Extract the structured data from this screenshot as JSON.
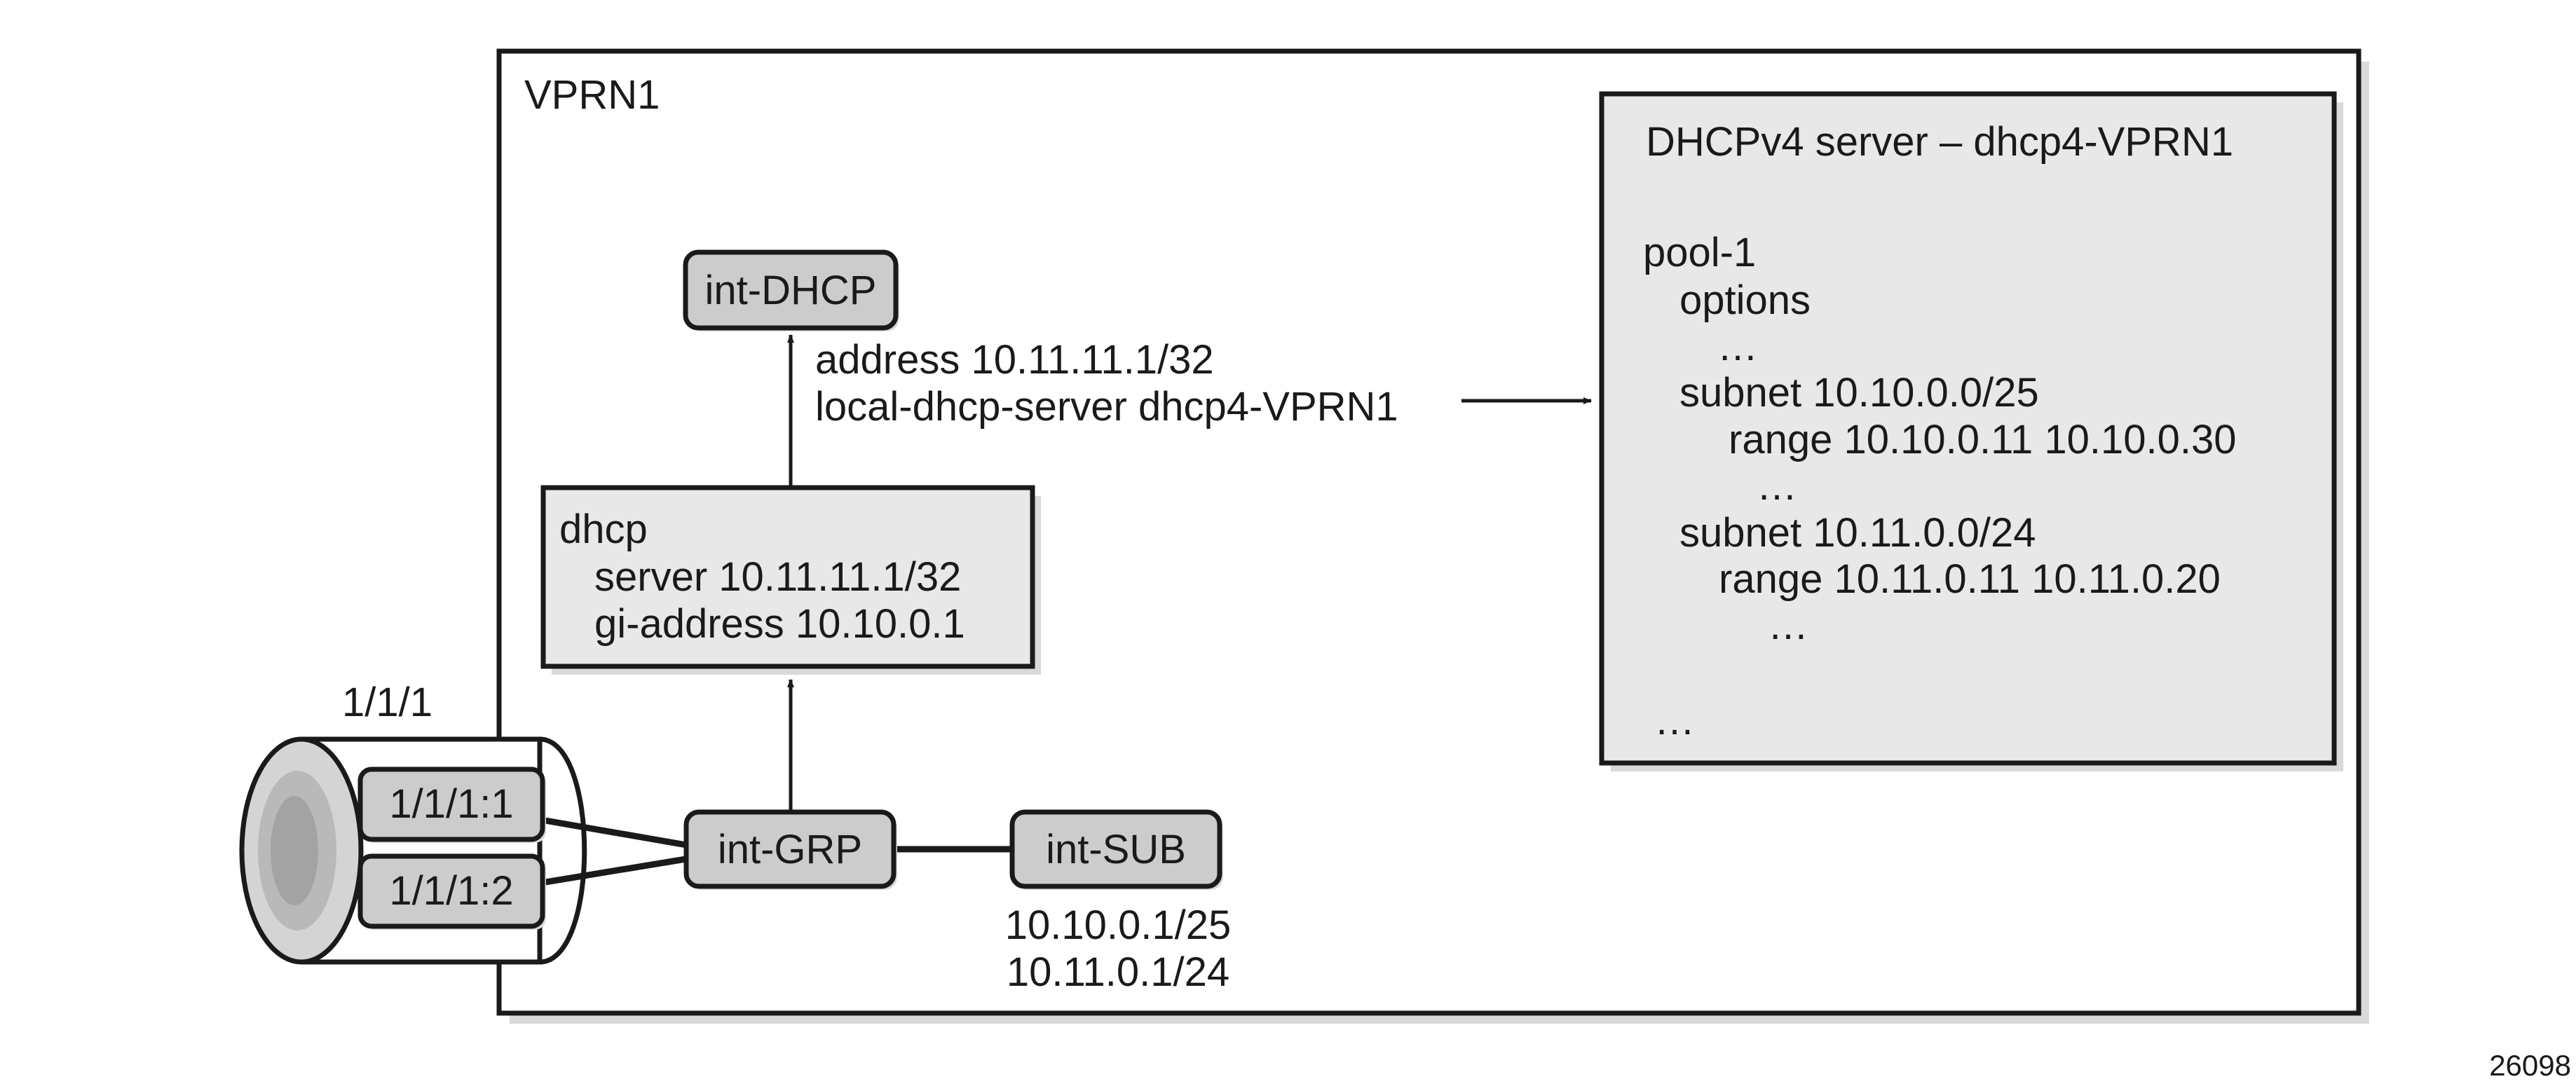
{
  "vprn": {
    "label": "VPRN1"
  },
  "interfaces": {
    "int_dhcp": "int-DHCP",
    "int_grp": "int-GRP",
    "int_sub": "int-SUB"
  },
  "int_dhcp_config": {
    "address": "address 10.11.11.1/32",
    "local_dhcp_server": "local-dhcp-server dhcp4-VPRN1"
  },
  "dhcp_box": {
    "title": "dhcp",
    "server": "server 10.11.11.1/32",
    "gi_address": "gi-address 10.10.0.1"
  },
  "port": {
    "label": "1/1/1",
    "sap1": "1/1/1:1",
    "sap2": "1/1/1:2"
  },
  "int_sub_addresses": {
    "line1": "10.10.0.1/25",
    "line2": "10.11.0.1/24"
  },
  "server_box": {
    "title": "DHCPv4 server – dhcp4-VPRN1",
    "pool": "pool-1",
    "options": "options",
    "ellipsis1": "…",
    "subnet1": "subnet 10.10.0.0/25",
    "range1": "range 10.10.0.11 10.10.0.30",
    "ellipsis2": "…",
    "subnet2": "subnet 10.11.0.0/24",
    "range2": "range 10.11.0.11 10.11.0.20",
    "ellipsis3": "…",
    "ellipsis4": "…"
  },
  "figure_id": "26098",
  "colors": {
    "node_fill": "#cccccc",
    "box_fill": "#e8e8e8",
    "shadow": "#d9d9d9",
    "stroke": "#1a1a1a",
    "cyl_outer": "#d0d0d0",
    "cyl_mid": "#b8b8b8",
    "cyl_inner": "#a0a0a0"
  }
}
